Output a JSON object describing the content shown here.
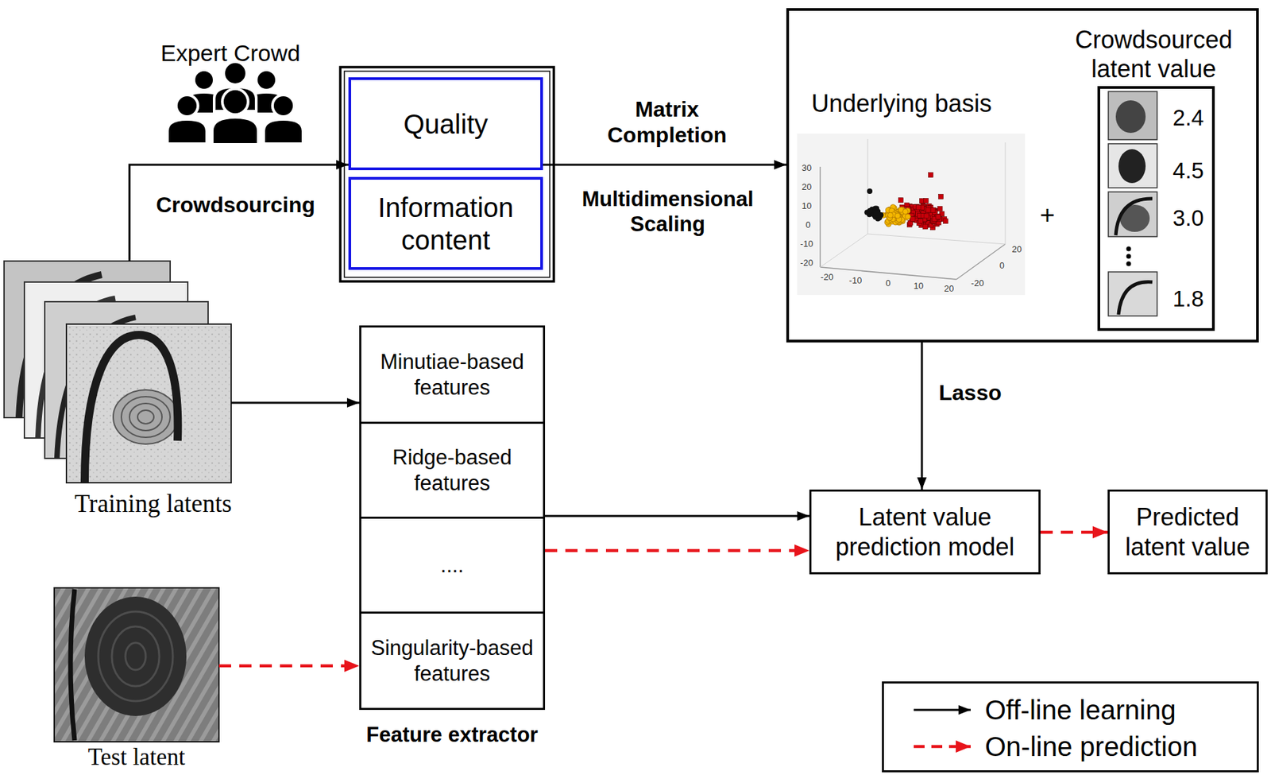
{
  "diagram": {
    "nodes": [
      {
        "text": [
          "Expert Crowd"
        ]
      },
      {
        "text": [
          "Quality"
        ]
      },
      {
        "text": [
          "Information content"
        ]
      },
      {
        "text": [
          "Underlying basis"
        ]
      },
      {
        "text": [
          "Crowdsourced latent value",
          "2.4",
          "4.5",
          "3.0",
          "1.8"
        ],
        "in": 3
      },
      {
        "text": [
          "Training latents"
        ]
      },
      {
        "text": [
          "Feature extractor"
        ]
      },
      {
        "text": [
          "Minutiae-based features"
        ],
        "in": 6
      },
      {
        "text": [
          "Ridge-based features"
        ],
        "in": 6
      },
      {
        "text": [
          "...."
        ],
        "in": 6
      },
      {
        "text": [
          "Singularity-based features"
        ],
        "in": 6
      },
      {
        "text": [
          "Latent value prediction model"
        ]
      },
      {
        "text": [
          "Predicted latent value"
        ]
      },
      {
        "text": [
          "Test latent"
        ]
      }
    ],
    "edges": [
      {
        "from": 5,
        "to": 1,
        "label": "Crowdsourcing",
        "arrow": "to"
      },
      {
        "from": 1,
        "to": 3,
        "label": "Matrix Completion",
        "arrow": "to"
      },
      {
        "from": 5,
        "to": 6,
        "arrow": "to"
      },
      {
        "from": 3,
        "to": 11,
        "label": "Lasso",
        "arrow": "to"
      },
      {
        "from": 6,
        "to": 11,
        "arrow": "to"
      },
      {
        "from": 13,
        "to": 6,
        "arrow": "to"
      },
      {
        "from": 6,
        "to": 11,
        "arrow": "to"
      },
      {
        "from": 11,
        "to": 12,
        "arrow": "to"
      }
    ],
    "labels": [
      "Multidimensional Scaling",
      "+",
      "30",
      "20",
      "10",
      "0",
      "-10",
      "-20",
      "-20",
      "-10",
      "0",
      "10",
      "20",
      "20",
      "0",
      "-20"
    ],
    "legend": [
      {
        "text": "Off-line learning"
      },
      {
        "text": "On-line prediction"
      }
    ]
  }
}
